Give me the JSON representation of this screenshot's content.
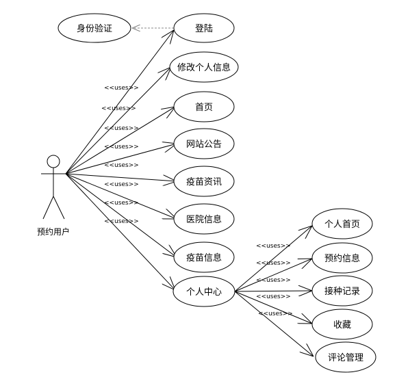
{
  "actor": {
    "label": "预约用户"
  },
  "use_cases": {
    "identity": "身份验证",
    "login": "登陆",
    "edit_profile": "修改个人信息",
    "home": "首页",
    "announcement": "网站公告",
    "vaccine_news": "疫苗资讯",
    "hospital_info": "医院信息",
    "vaccine_info": "疫苗信息",
    "personal_center": "个人中心",
    "personal_home": "个人首页",
    "booking_info": "预约信息",
    "vaccination_record": "接种记录",
    "favorites": "收藏",
    "comment_manage": "评论管理"
  },
  "relation_label": "<<uses>>"
}
